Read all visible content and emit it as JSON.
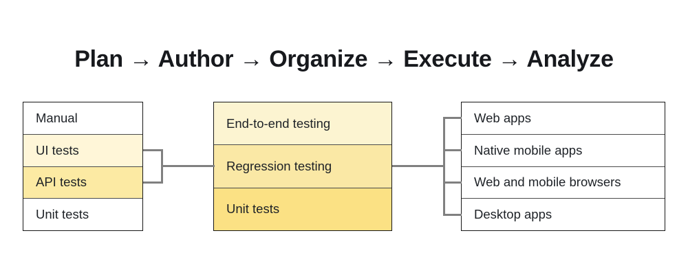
{
  "title": "Plan → Author → Organize → Execute → Analyze",
  "columns": {
    "left": {
      "rows": [
        {
          "label": "Manual",
          "bg": "#FFFFFF"
        },
        {
          "label": "UI tests",
          "bg": "#FFF6D8"
        },
        {
          "label": "API tests",
          "bg": "#FCEAA3"
        },
        {
          "label": "Unit tests",
          "bg": "#FFFFFF"
        }
      ]
    },
    "middle": {
      "rows": [
        {
          "label": "End-to-end testing",
          "bg": "#FCF4D1"
        },
        {
          "label": "Regression testing",
          "bg": "#FAE8A5"
        },
        {
          "label": "Unit tests",
          "bg": "#FBE184"
        }
      ]
    },
    "right": {
      "rows": [
        {
          "label": "Web apps",
          "bg": "#FFFFFF"
        },
        {
          "label": "Native mobile apps",
          "bg": "#FFFFFF"
        },
        {
          "label": "Web and mobile browsers",
          "bg": "#FFFFFF"
        },
        {
          "label": "Desktop apps",
          "bg": "#FFFFFF"
        }
      ]
    }
  },
  "colors": {
    "connector": "#808080",
    "box_border": "#161616",
    "row_divider": "#4A4A4A",
    "text": "#1D2126",
    "title_text": "#17191D"
  }
}
